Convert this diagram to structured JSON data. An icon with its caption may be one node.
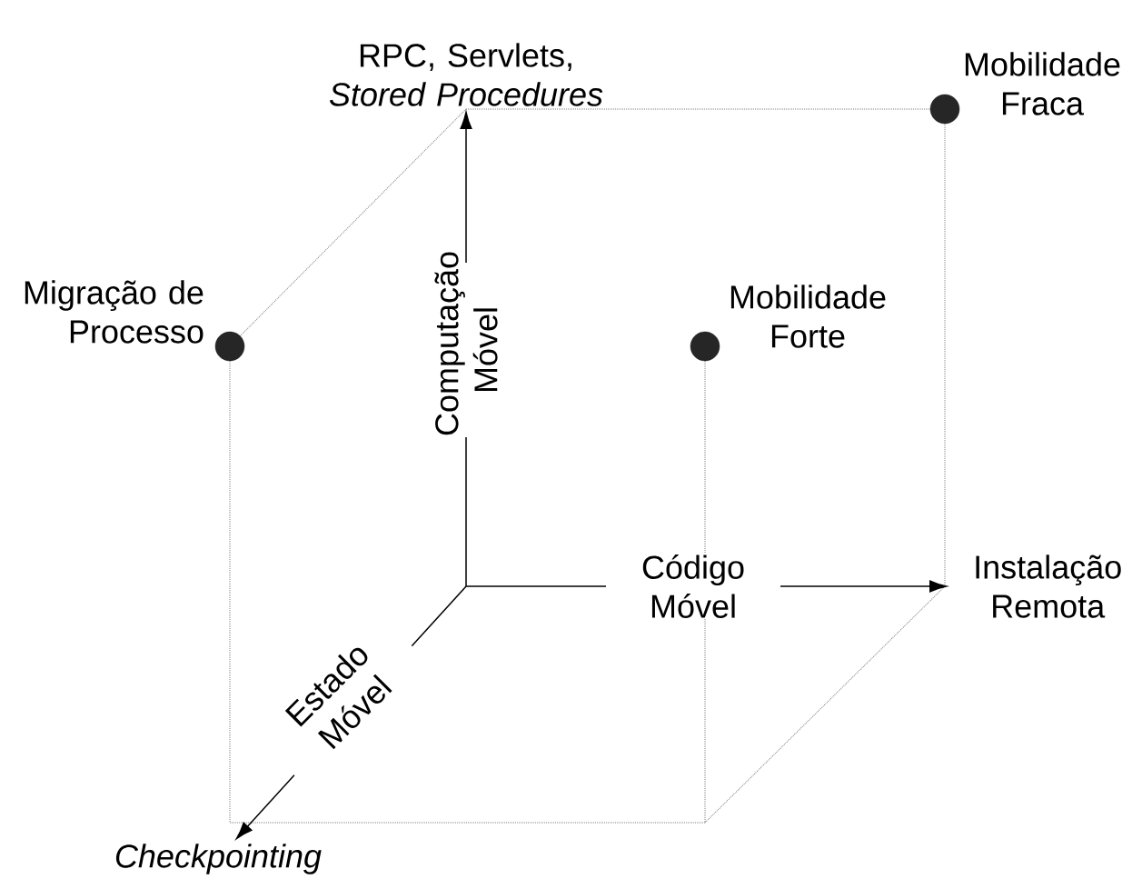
{
  "diagram": {
    "nodes": [
      {
        "text": [
          "RPC, Servlets, *Stored Procedures*"
        ]
      },
      {
        "text": [],
        "shape": "circle",
        "beside": [
          "Mobilidade Fraca"
        ]
      },
      {
        "text": [],
        "shape": "circle",
        "beside": [
          "Migração de Processo"
        ]
      },
      {
        "text": [],
        "shape": "circle",
        "beside": [
          "Mobilidade Forte"
        ]
      },
      {
        "text": [
          "Instalação Remota"
        ]
      },
      {
        "text": [
          "*Checkpointing*"
        ]
      }
    ],
    "edges": [
      {
        "from": null,
        "to": 0,
        "arrow": "to",
        "label": "Computação Móvel"
      },
      {
        "from": null,
        "to": 4,
        "arrow": "to",
        "label": "Código Móvel"
      },
      {
        "from": null,
        "to": 5,
        "arrow": "to",
        "label": "Estado Móvel"
      }
    ]
  }
}
